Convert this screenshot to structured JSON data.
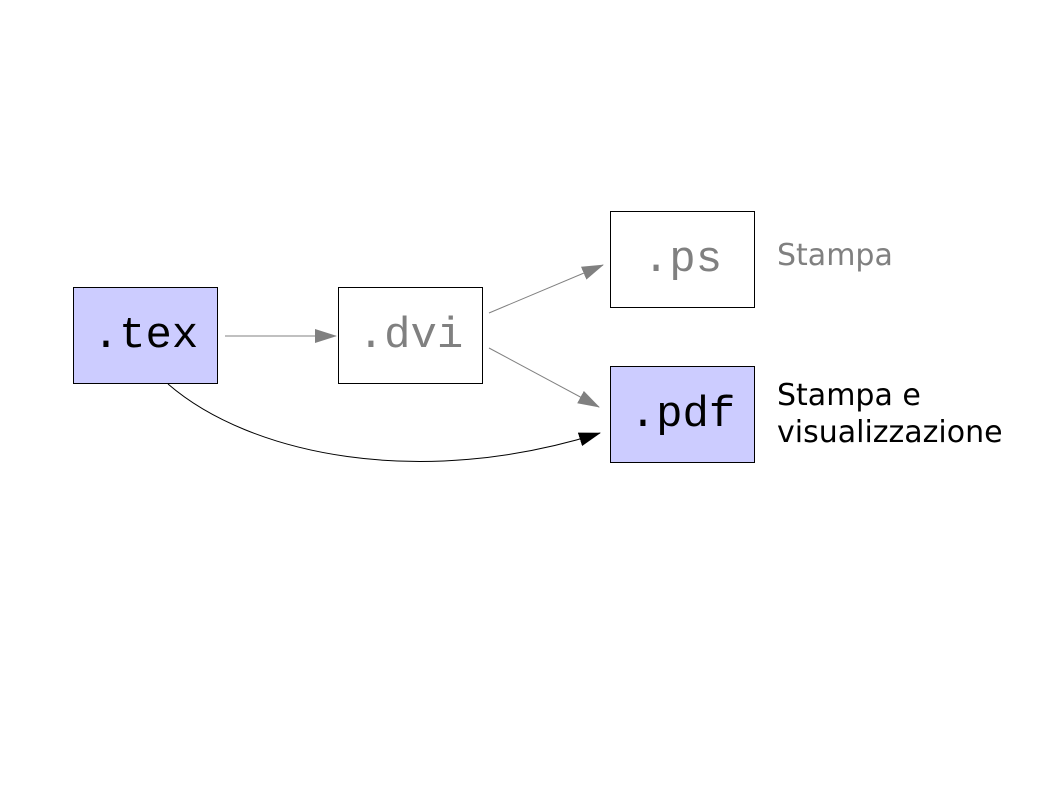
{
  "nodes": {
    "tex": {
      "label": ".tex"
    },
    "dvi": {
      "label": ".dvi"
    },
    "ps": {
      "label": ".ps"
    },
    "pdf": {
      "label": ".pdf"
    }
  },
  "captions": {
    "ps": {
      "text": "Stampa"
    },
    "pdf": {
      "line1": "Stampa e",
      "line2": "visualizzazione"
    }
  },
  "edges": [
    {
      "from": "tex",
      "to": "dvi",
      "color": "#808080"
    },
    {
      "from": "dvi",
      "to": "ps",
      "color": "#808080"
    },
    {
      "from": "dvi",
      "to": "pdf",
      "color": "#808080"
    },
    {
      "from": "tex",
      "to": "pdf",
      "color": "#000000"
    }
  ],
  "colors": {
    "filled_node": "#ccccff",
    "muted": "#808080",
    "primary": "#000000"
  }
}
